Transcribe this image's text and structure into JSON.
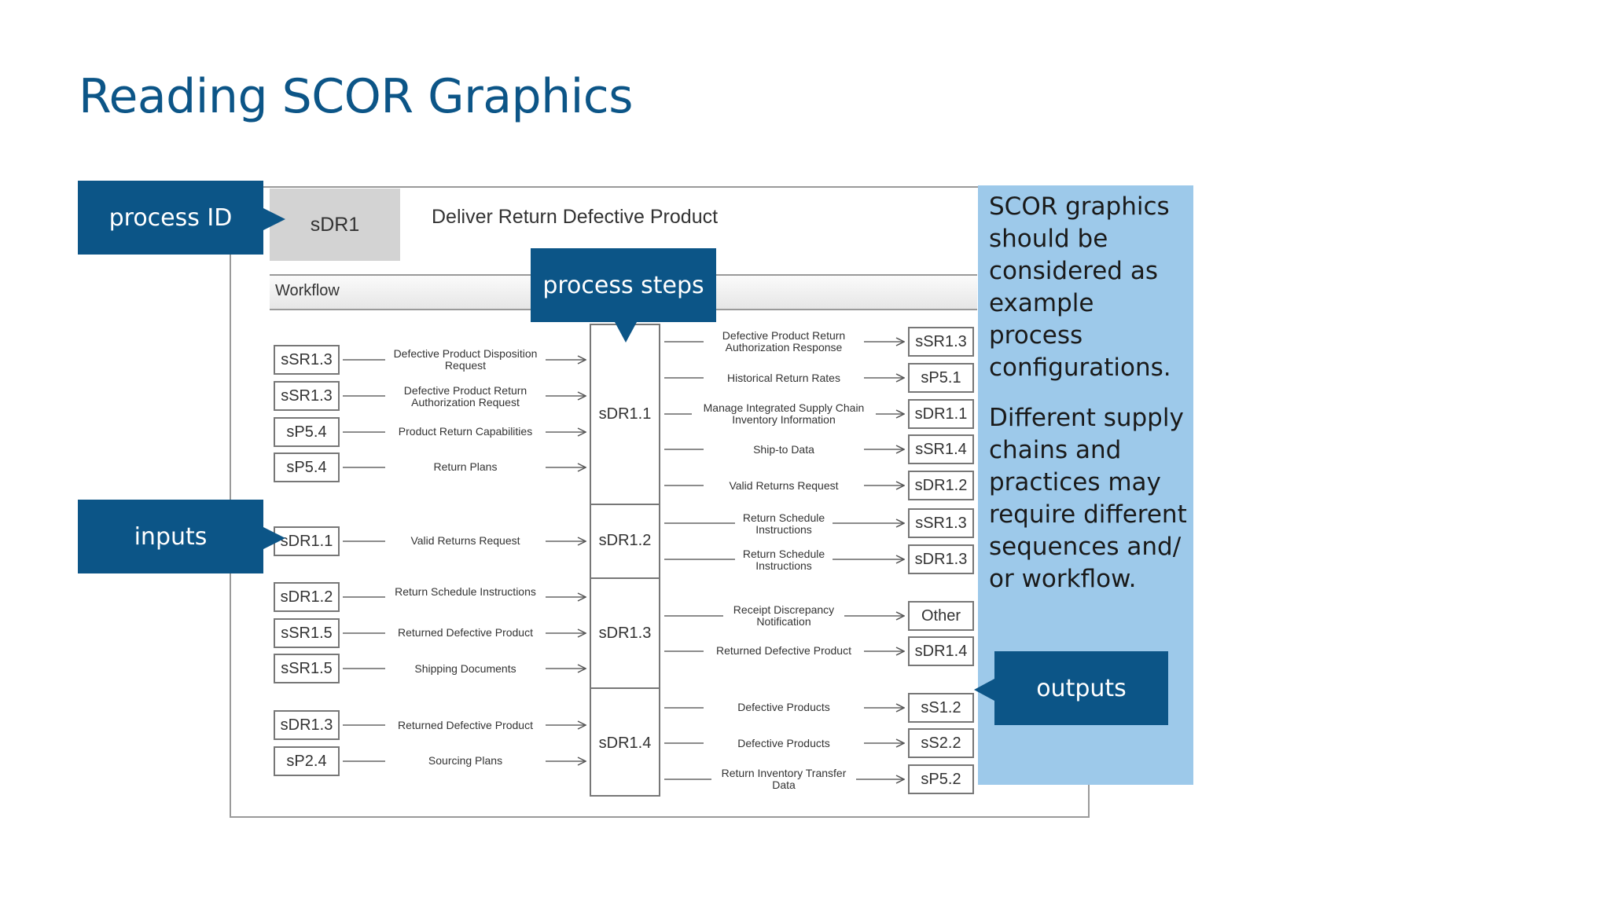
{
  "title": "Reading SCOR Graphics",
  "colors": {
    "accent": "#0c5587",
    "panel": "#9dc9ea",
    "callout_text": "#ffffff"
  },
  "figure": {
    "process_id": "sDR1",
    "process_name": "Deliver Return Defective Product",
    "workflow_label": "Workflow",
    "steps": [
      "sDR1.1",
      "sDR1.2",
      "sDR1.3",
      "sDR1.4"
    ],
    "inputs": [
      {
        "id": "sSR1.3",
        "label": "Defective Product Disposition Request"
      },
      {
        "id": "sSR1.3",
        "label": "Defective Product Return Authorization Request"
      },
      {
        "id": "sP5.4",
        "label": "Product Return Capabilities"
      },
      {
        "id": "sP5.4",
        "label": "Return Plans"
      },
      {
        "id": "sDR1.1",
        "label": "Valid Returns Request"
      },
      {
        "id": "sDR1.2",
        "label": "Return Schedule Instructions"
      },
      {
        "id": "sSR1.5",
        "label": "Returned Defective Product"
      },
      {
        "id": "sSR1.5",
        "label": "Shipping Documents"
      },
      {
        "id": "sDR1.3",
        "label": "Returned Defective Product"
      },
      {
        "id": "sP2.4",
        "label": "Sourcing Plans"
      }
    ],
    "outputs": [
      {
        "id": "sSR1.3",
        "label": "Defective Product Return Authorization Response"
      },
      {
        "id": "sP5.1",
        "label": "Historical Return Rates"
      },
      {
        "id": "sDR1.1",
        "label": "Manage Integrated Supply Chain Inventory Information"
      },
      {
        "id": "sSR1.4",
        "label": "Ship-to Data"
      },
      {
        "id": "sDR1.2",
        "label": "Valid Returns Request"
      },
      {
        "id": "sSR1.3",
        "label": "Return Schedule Instructions"
      },
      {
        "id": "sDR1.3",
        "label": "Return Schedule Instructions"
      },
      {
        "id": "Other",
        "label": "Receipt Discrepancy Notification"
      },
      {
        "id": "sDR1.4",
        "label": "Returned Defective Product"
      },
      {
        "id": "sS1.2",
        "label": "Defective Products"
      },
      {
        "id": "sS2.2",
        "label": "Defective Products"
      },
      {
        "id": "sP5.2",
        "label": "Return Inventory Transfer Data"
      }
    ]
  },
  "callouts": {
    "process_id": "process ID",
    "process_steps": "process steps",
    "inputs": "inputs",
    "outputs": "outputs"
  },
  "side_panel": {
    "para1": "SCOR graphics should be considered as example process configurations.",
    "para2": "Different supply chains and practices may require different sequences and/ or workflow."
  }
}
